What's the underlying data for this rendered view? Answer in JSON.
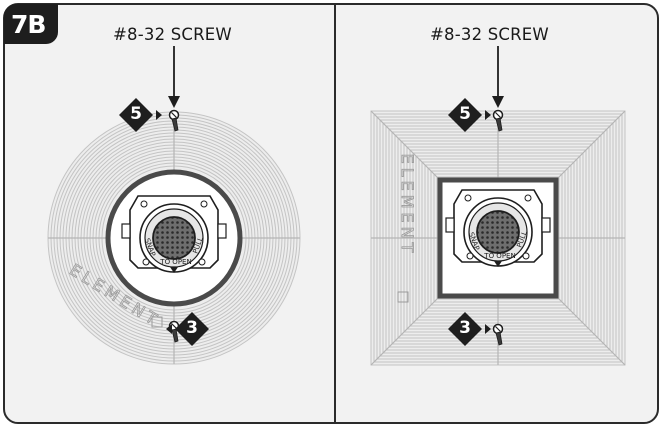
{
  "figure_id": "7B",
  "left_panel": {
    "screw_label": "#8-32 SCREW",
    "top_step": "5",
    "bottom_step": "3",
    "brand_text": "ELEMENT",
    "ring_text_left": "SNAP",
    "ring_text_right": "PULL",
    "ring_text_bottom": "TO OPEN"
  },
  "right_panel": {
    "screw_label": "#8-32 SCREW",
    "top_step": "5",
    "bottom_step": "3",
    "brand_text": "ELEMENT",
    "ring_text_left": "SNAP",
    "ring_text_right": "PULL",
    "ring_text_bottom": "TO OPEN"
  },
  "colors": {
    "panel_bg": "#f2f2f2",
    "border": "#2b2b2b",
    "grille_lines": "#c4c4c4",
    "dark": "#1e1e1e"
  }
}
